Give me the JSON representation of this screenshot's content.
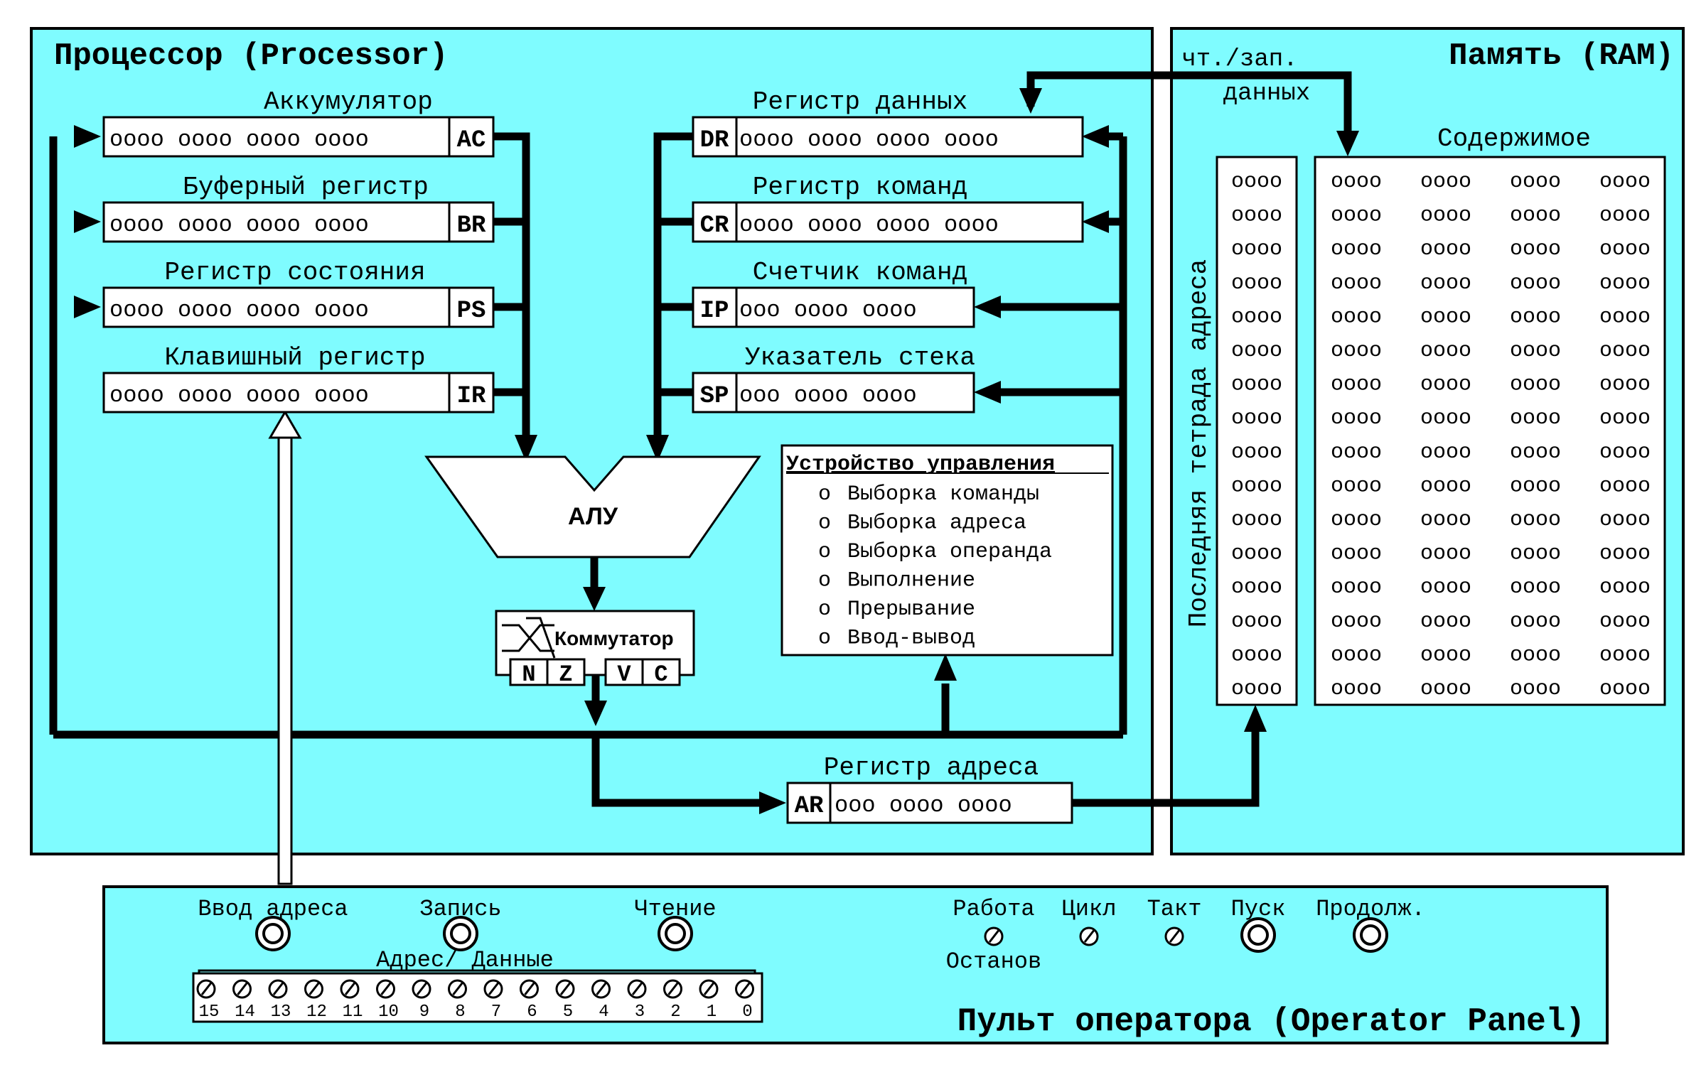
{
  "processor": {
    "title": "Процессор (Processor)",
    "left_registers": [
      {
        "label": "Аккумулятор",
        "code": "AC",
        "bits": "oooo oooo oooo oooo"
      },
      {
        "label": "Буферный регистр",
        "code": "BR",
        "bits": "oooo oooo oooo oooo"
      },
      {
        "label": "Регистр состояния",
        "code": "PS",
        "bits": "oooo oooo oooo oooo"
      },
      {
        "label": "Клавишный регистр",
        "code": "IR",
        "bits": "oooo oooo oooo oooo"
      }
    ],
    "right_registers": [
      {
        "label": "Регистр данных",
        "code": "DR",
        "bits": "oooo oooo oooo oooo"
      },
      {
        "label": "Регистр команд",
        "code": "CR",
        "bits": "oooo oooo oooo oooo"
      },
      {
        "label": "Счетчик команд",
        "code": "IP",
        "bits": "ooo oooo oooo"
      },
      {
        "label": "Указатель стека",
        "code": "SP",
        "bits": "ooo oooo oooo"
      }
    ],
    "address_register": {
      "label": "Регистр адреса",
      "code": "AR",
      "bits": "ooo oooo oooo"
    },
    "alu": {
      "label": "АЛУ"
    },
    "commutator": {
      "label": "Коммутатор",
      "flags": [
        "N",
        "Z",
        "V",
        "C"
      ]
    },
    "control_unit": {
      "title": "Устройство управления",
      "items": [
        "Выборка команды",
        "Выборка адреса",
        "Выборка операнда",
        "Выполнение",
        "Прерывание",
        "Ввод-вывод"
      ],
      "bullet": "o"
    }
  },
  "memory": {
    "title": "Память (RAM)",
    "rw_label_1": "чт./зап.",
    "rw_label_2": "данных",
    "contents_label": "Содержимое",
    "address_label": "Последняя тетрада адреса",
    "cell": "oooo",
    "rows": 16,
    "cols": 4
  },
  "operator_panel": {
    "title": "Пульт оператора (Operator Panel)",
    "buttons": [
      {
        "label": "Ввод адреса"
      },
      {
        "label": "Запись"
      },
      {
        "label": "Чтение"
      }
    ],
    "small_switches": [
      {
        "label": "Работа"
      },
      {
        "label": "Цикл"
      },
      {
        "label": "Такт"
      }
    ],
    "stop_label": "Останов",
    "big_buttons": [
      {
        "label": "Пуск"
      },
      {
        "label": "Продолж."
      }
    ],
    "switch_register_label": "Адрес/ Данные",
    "bit_numbers": [
      "15",
      "14",
      "13",
      "12",
      "11",
      "10",
      "9",
      "8",
      "7",
      "6",
      "5",
      "4",
      "3",
      "2",
      "1",
      "0"
    ]
  },
  "colors": {
    "panel": "#7ffcff",
    "line": "#000000",
    "box": "#ffffff"
  }
}
